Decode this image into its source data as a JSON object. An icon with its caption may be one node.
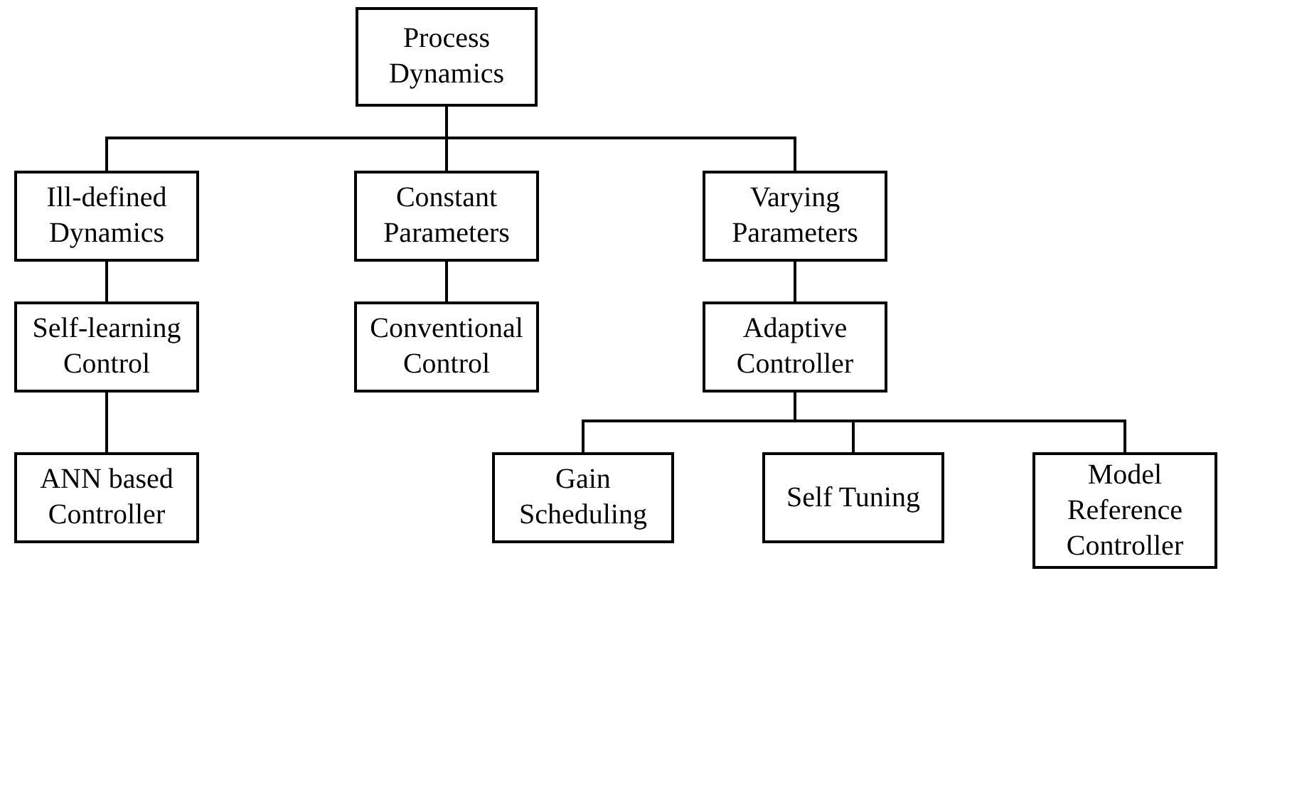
{
  "diagram": {
    "nodes": [
      {
        "text": [
          "Process Dynamics"
        ]
      },
      {
        "text": [
          "Ill-defined Dynamics"
        ]
      },
      {
        "text": [
          "Constant Parameters"
        ]
      },
      {
        "text": [
          "Varying Parameters"
        ]
      },
      {
        "text": [
          "Self-learning Control"
        ]
      },
      {
        "text": [
          "Conventional Control"
        ]
      },
      {
        "text": [
          "Adaptive Controller"
        ]
      },
      {
        "text": [
          "ANN based Controller"
        ]
      },
      {
        "text": [
          "Gain Scheduling"
        ]
      },
      {
        "text": [
          "Self Tuning"
        ]
      },
      {
        "text": [
          "Model Reference Controller"
        ]
      }
    ],
    "edges": [
      {
        "from": 0,
        "to": 1,
        "arrow": "none"
      },
      {
        "from": 0,
        "to": 2,
        "arrow": "none"
      },
      {
        "from": 0,
        "to": 3,
        "arrow": "none"
      },
      {
        "from": 1,
        "to": 4,
        "arrow": "none"
      },
      {
        "from": 2,
        "to": 5,
        "arrow": "none"
      },
      {
        "from": 3,
        "to": 6,
        "arrow": "none"
      },
      {
        "from": 4,
        "to": 7,
        "arrow": "none"
      },
      {
        "from": 6,
        "to": 8,
        "arrow": "none"
      },
      {
        "from": 6,
        "to": 9,
        "arrow": "none"
      },
      {
        "from": 6,
        "to": 10,
        "arrow": "none"
      }
    ]
  }
}
